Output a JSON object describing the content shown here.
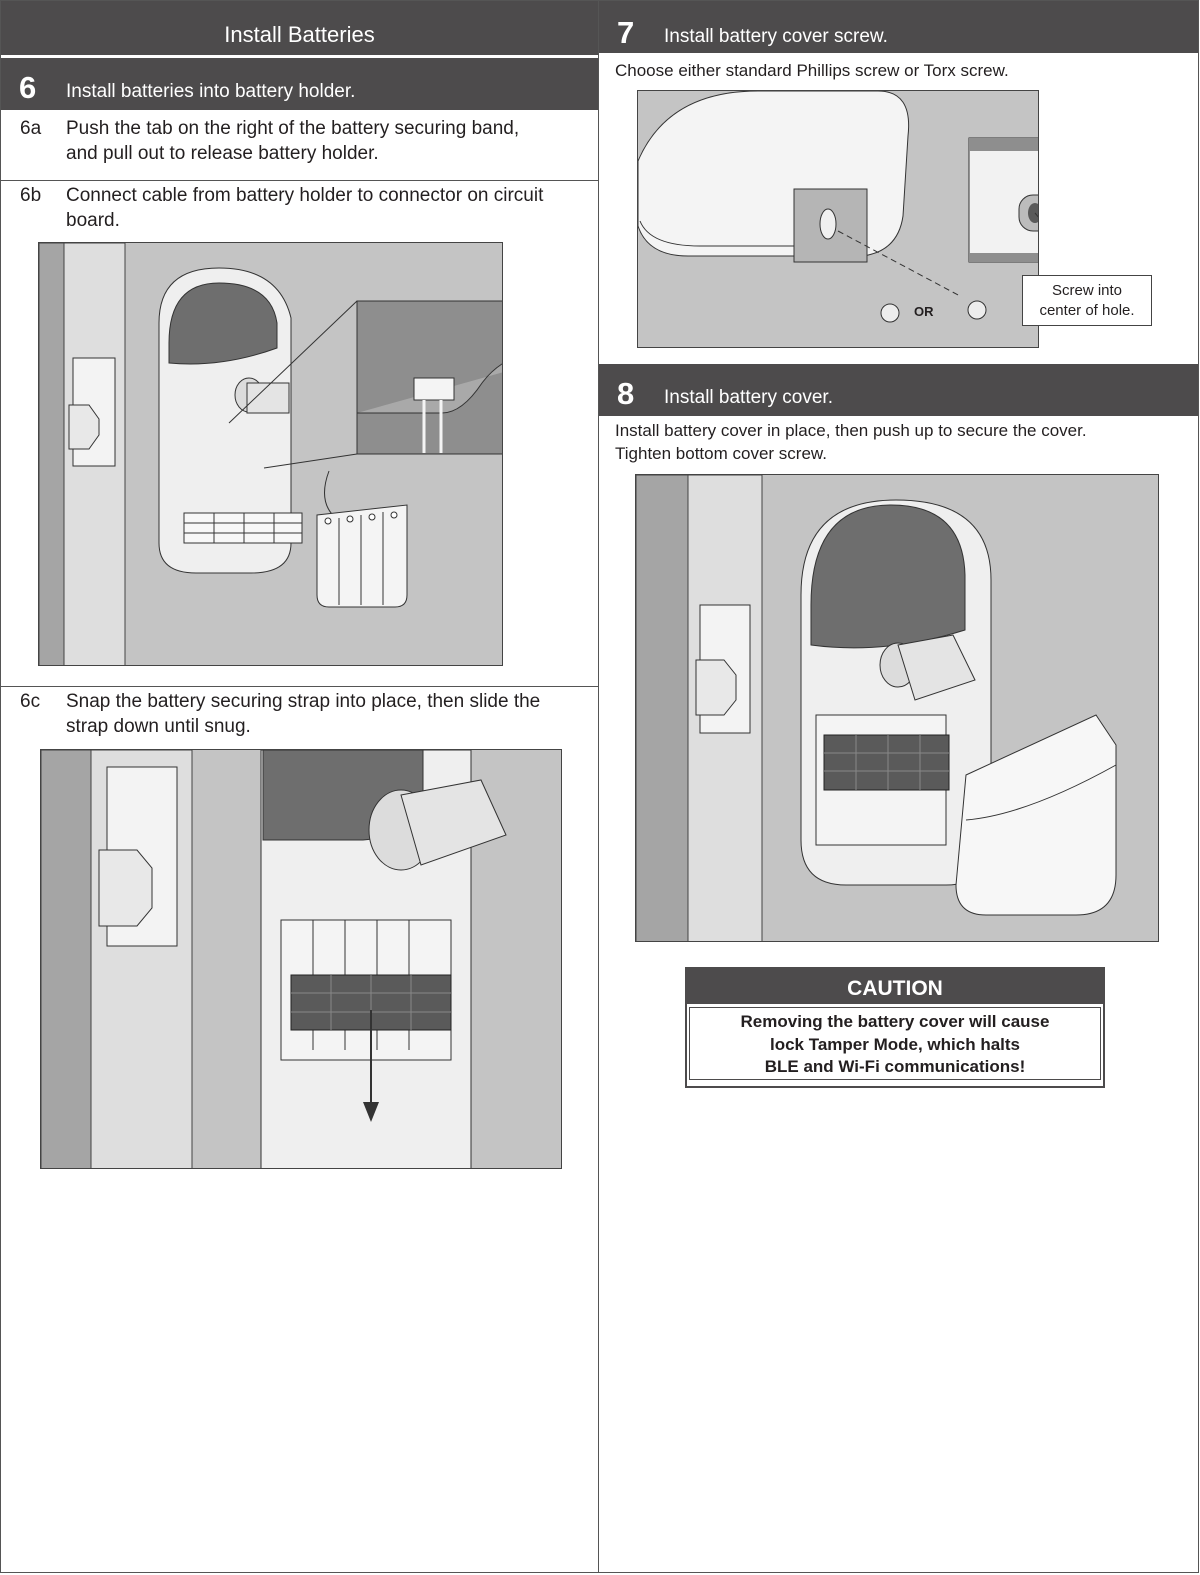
{
  "left": {
    "section_title": "Install Batteries",
    "step6": {
      "number": "6",
      "title": "Install batteries into battery holder.",
      "substeps": [
        {
          "id": "6a",
          "lines": [
            "Push the tab on the right of the battery securing band,",
            "and pull out to release battery holder."
          ]
        },
        {
          "id": "6b",
          "lines": [
            "Connect cable from battery holder to connector on circuit",
            "board."
          ]
        },
        {
          "id": "6c",
          "lines": [
            "Snap the battery securing strap into place, then slide the",
            "strap down until snug."
          ]
        }
      ]
    }
  },
  "right": {
    "step7": {
      "number": "7",
      "title": "Install battery cover screw.",
      "instruction": "Choose either standard Phillips screw or Torx screw.",
      "or_label": "OR",
      "callout_lines": [
        "Screw into",
        "center of hole."
      ]
    },
    "step8": {
      "number": "8",
      "title": "Install battery cover.",
      "instruction_lines": [
        "Install battery cover in place, then push up to secure the cover.",
        "Tighten bottom cover screw."
      ]
    },
    "caution": {
      "heading": "CAUTION",
      "lines": [
        "Removing the battery cover will cause",
        "lock Tamper Mode, which halts",
        "BLE and Wi-Fi communications!"
      ]
    }
  },
  "colors": {
    "header_bg": "#4d4b4c",
    "figure_bg": "#c4c4c4",
    "door_edge": "#a5a5a5",
    "jamb": "#dedede",
    "strap": "#5a5a5a"
  }
}
